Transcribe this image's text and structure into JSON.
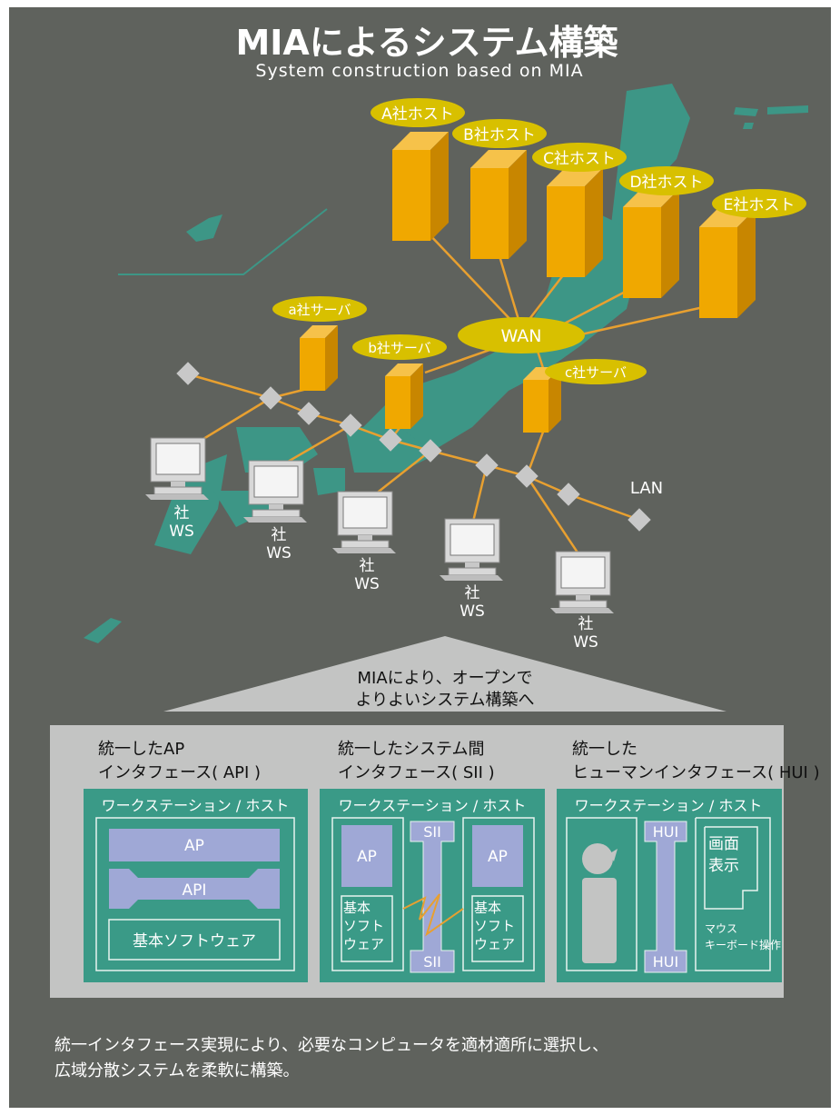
{
  "header": {
    "title": "MIAによるシステム構築",
    "subtitle": "System construction based on MIA"
  },
  "network": {
    "hosts": [
      "A社ホスト",
      "B社ホスト",
      "C社ホスト",
      "D社ホスト",
      "E社ホスト"
    ],
    "servers": [
      "a社サーバ",
      "b社サーバ",
      "c社サーバ"
    ],
    "wan_label": "WAN",
    "lan_label": "LAN",
    "workstation_line1": "社",
    "workstation_line2": "WS"
  },
  "arrow": {
    "line1": "MIAにより、オープンで",
    "line2": "よりよいシステム構築へ"
  },
  "panels": {
    "api": {
      "title_line1": "統一したAP",
      "title_line2": "インタフェース( API )",
      "box_label": "ワークステーション / ホスト",
      "ap": "AP",
      "api": "API",
      "base": "基本ソフトウェア"
    },
    "sii": {
      "title_line1": "統一したシステム間",
      "title_line2": "インタフェース( SII )",
      "box_label": "ワークステーション / ホスト",
      "ap": "AP",
      "base_line1": "基本",
      "base_line2": "ソフト",
      "base_line3": "ウェア",
      "sii": "SII"
    },
    "hui": {
      "title_line1": "統一した",
      "title_line2": "ヒューマンインタフェース( HUI )",
      "box_label": "ワークステーション / ホスト",
      "hui": "HUI",
      "display_line1": "画面",
      "display_line2": "表示",
      "mouse_line1": "マウス",
      "mouse_line2": "キーボード操作"
    }
  },
  "footer": {
    "line1": "統一インタフェース実現により、必要なコンピュータを適材適所に選択し、",
    "line2": "広域分散システムを柔軟に構築。"
  },
  "colors": {
    "background": "#5f625d",
    "map_teal": "#3d9686",
    "host_orange": "#f0a800",
    "label_yellow": "#d8c000",
    "line_orange": "#e8a030",
    "panel_gray": "#c3c4c3",
    "box_teal": "#3a9a87",
    "module_blue": "#9fa8d6"
  }
}
